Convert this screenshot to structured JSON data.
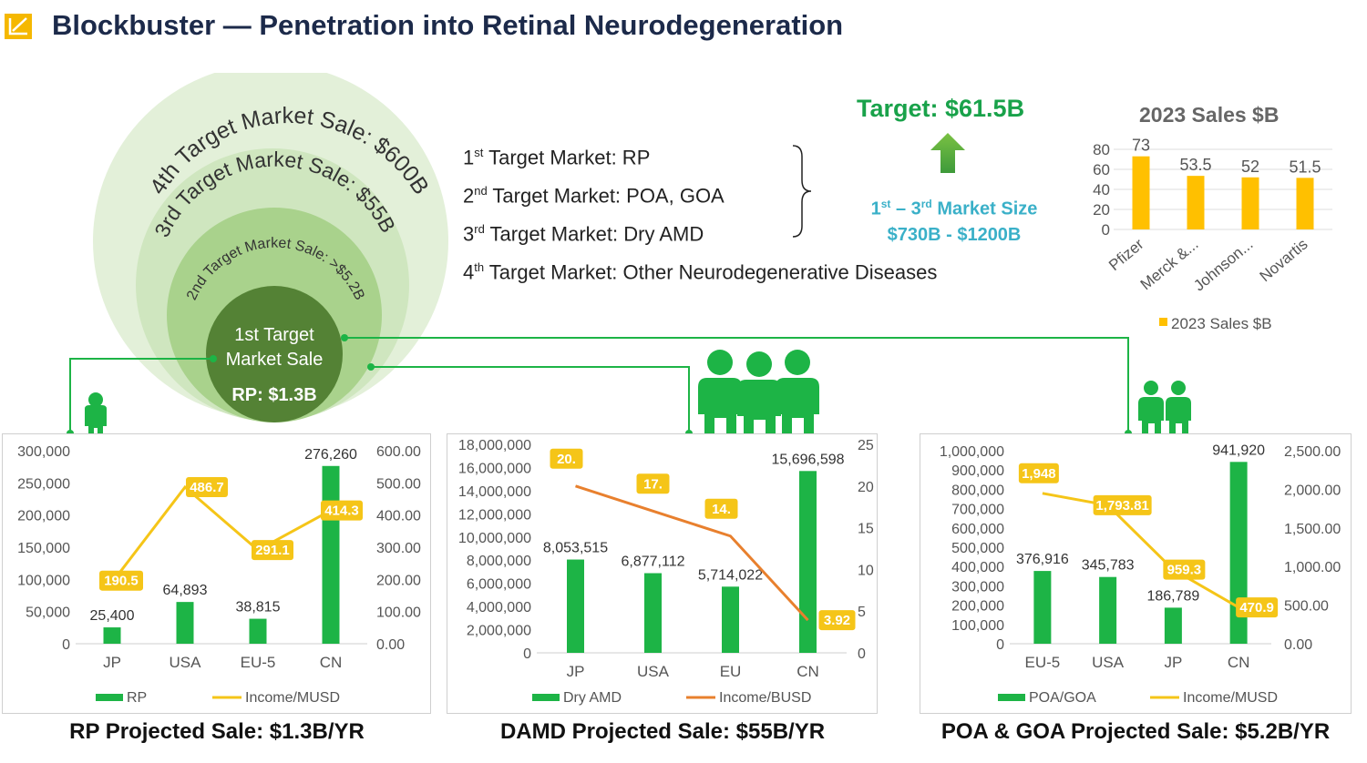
{
  "title": "Blockbuster — Penetration into Retinal Neurodegeneration",
  "circles": {
    "c4": "4th Target Market Sale: $600B",
    "c3": "3rd Target Market Sale: $55B",
    "c2": "2nd Target Market Sale: >$5.2B",
    "c1_line1": "1st Target",
    "c1_line2": "Market Sale",
    "c1_value": "RP: $1.3B"
  },
  "targets": {
    "t1_num": "1",
    "t1_sup": "st",
    "t1_text": " Target Market: RP",
    "t2_num": "2",
    "t2_sup": "nd",
    "t2_text": " Target Market: POA, GOA",
    "t3_num": "3",
    "t3_sup": "rd",
    "t3_text": " Target Market: Dry AMD",
    "t4_num": "4",
    "t4_sup": "th",
    "t4_text": " Target Market: Other Neurodegenerative Diseases"
  },
  "target_total": "Target: $61.5B",
  "market_size": {
    "a": "1",
    "a_sup": "st",
    "mid": " – 3",
    "b_sup": "rd",
    "rest": " Market Size",
    "range": "$730B - $1200B"
  },
  "bottom_titles": {
    "rp": "RP Projected Sale: $1.3B/YR",
    "damd": "DAMD Projected Sale: $55B/YR",
    "poa": "POA & GOA Projected Sale: $5.2B/YR"
  },
  "colors": {
    "green": "#1db446",
    "yellow": "#f5c518",
    "orange": "#e8802e",
    "title": "#1c2a4a"
  },
  "chart_data": [
    {
      "id": "sales2023",
      "type": "bar",
      "title": "2023 Sales $B",
      "categories": [
        "Pfizer",
        "Merck &...",
        "Johnson...",
        "Novartis"
      ],
      "series": [
        {
          "name": "2023 Sales $B",
          "values": [
            73,
            53.5,
            52,
            51.5
          ]
        }
      ],
      "labels": [
        "73",
        "53.5",
        "52",
        "51.5"
      ],
      "ylim": [
        0,
        80
      ],
      "yticks": [
        "0",
        "20",
        "40",
        "60",
        "80"
      ],
      "legend": "bottom",
      "color": "#ffc000"
    },
    {
      "id": "rp",
      "type": "bar",
      "categories": [
        "JP",
        "USA",
        "EU-5",
        "CN"
      ],
      "series": [
        {
          "name": "RP",
          "values": [
            25400,
            64893,
            38815,
            276260
          ],
          "axis": "left"
        },
        {
          "name": "Income/MUSD",
          "values": [
            190.5,
            486.7,
            291.1,
            414.3
          ],
          "axis": "right",
          "kind": "line"
        }
      ],
      "bar_labels": [
        "25,400",
        "64,893",
        "38,815",
        "276,260"
      ],
      "line_labels": [
        "190.5",
        "486.7",
        "291.1",
        "414.3"
      ],
      "ylim": [
        0,
        300000
      ],
      "yticks": [
        "0",
        "50,000",
        "100,000",
        "150,000",
        "200,000",
        "250,000",
        "300,000"
      ],
      "y2lim": [
        0,
        600
      ],
      "y2ticks": [
        "0.00",
        "100.00",
        "200.00",
        "300.00",
        "400.00",
        "500.00",
        "600.00"
      ],
      "legend": "bottom"
    },
    {
      "id": "damd",
      "type": "bar",
      "categories": [
        "JP",
        "USA",
        "EU",
        "CN"
      ],
      "series": [
        {
          "name": "Dry AMD",
          "values": [
            8053515,
            6877112,
            5714022,
            15696598
          ],
          "axis": "left"
        },
        {
          "name": "Income/BUSD",
          "values": [
            20,
            17,
            14,
            3.92
          ],
          "axis": "right",
          "kind": "line"
        }
      ],
      "bar_labels": [
        "8,053,515",
        "6,877,112",
        "5,714,022",
        "15,696,598"
      ],
      "line_labels": [
        "20.",
        "17.",
        "14.",
        "3.92"
      ],
      "ylim": [
        0,
        18000000
      ],
      "yticks": [
        "0",
        "2,000,000",
        "4,000,000",
        "6,000,000",
        "8,000,000",
        "10,000,000",
        "12,000,000",
        "14,000,000",
        "16,000,000",
        "18,000,000"
      ],
      "y2lim": [
        0,
        25
      ],
      "y2ticks": [
        "0",
        "5",
        "10",
        "15",
        "20",
        "25"
      ],
      "legend": "bottom"
    },
    {
      "id": "poa",
      "type": "bar",
      "categories": [
        "EU-5",
        "USA",
        "JP",
        "CN"
      ],
      "series": [
        {
          "name": "POA/GOA",
          "values": [
            376916,
            345783,
            186789,
            941920
          ],
          "axis": "left"
        },
        {
          "name": "Income/MUSD",
          "values": [
            1948,
            1793.81,
            959.3,
            470.9
          ],
          "axis": "right",
          "kind": "line"
        }
      ],
      "bar_labels": [
        "376,916",
        "345,783",
        "186,789",
        "941,920"
      ],
      "line_labels": [
        "1,948",
        "1,793.81",
        "959.3",
        "470.9"
      ],
      "ylim": [
        0,
        1000000
      ],
      "yticks": [
        "0",
        "100,000",
        "200,000",
        "300,000",
        "400,000",
        "500,000",
        "600,000",
        "700,000",
        "800,000",
        "900,000",
        "1,000,000"
      ],
      "y2lim": [
        0,
        2500
      ],
      "y2ticks": [
        "0.00",
        "500.00",
        "1,000.00",
        "1,500.00",
        "2,000.00",
        "2,500.00"
      ],
      "legend": "bottom"
    }
  ]
}
